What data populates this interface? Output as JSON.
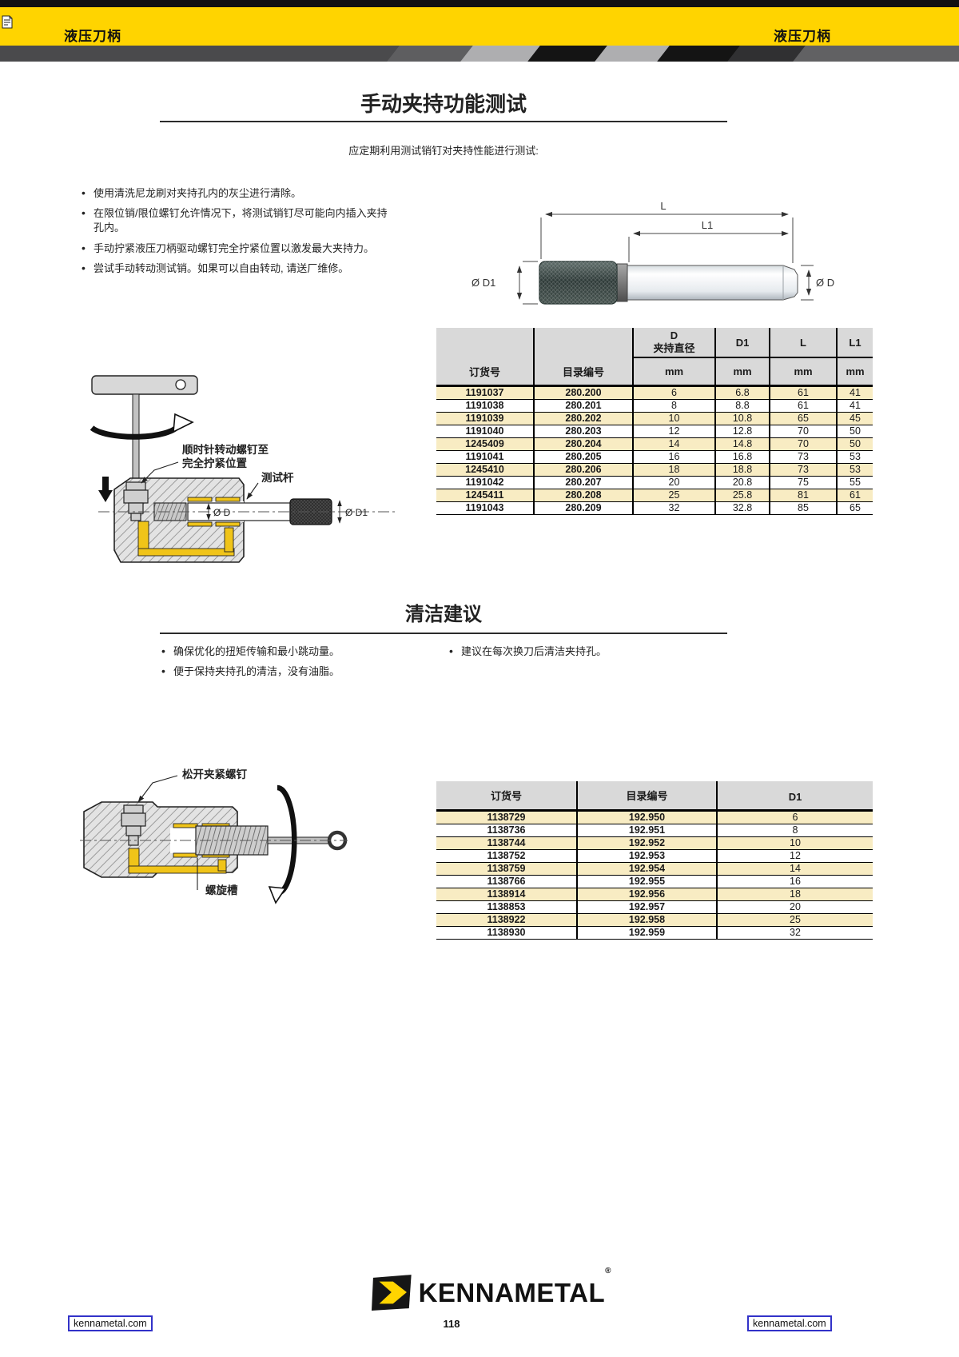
{
  "header": {
    "left_title": "液压刀柄",
    "right_title": "液压刀柄"
  },
  "section1": {
    "title": "手动夹持功能测试",
    "subtitle": "应定期利用测试销钉对夹持性能进行测试:",
    "bullets": [
      "使用清洗尼龙刷对夹持孔内的灰尘进行清除。",
      "在限位销/限位螺钉允许情况下，将测试销钉尽可能向内插入夹持孔内。",
      "手动拧紧液压刀柄驱动螺钉完全拧紧位置以激发最大夹持力。",
      "尝试手动转动测试销。如果可以自由转动, 请送厂维修。"
    ],
    "pin_diagram": {
      "dim_l": "L",
      "dim_l1": "L1",
      "dim_d1": "Ø D1",
      "dim_d": "Ø D"
    },
    "clamp_diagram": {
      "screw_label_line1": "顺时针转动螺钉至",
      "screw_label_line2": "完全拧紧位置",
      "pin_label": "测试杆",
      "dim_d": "Ø D",
      "dim_d1": "Ø D1"
    },
    "table": {
      "headers": {
        "order_no": "订货号",
        "catalog_no": "目录编号",
        "d": "D",
        "d_sub": "夹持直径",
        "d1": "D1",
        "l": "L",
        "l1": "L1",
        "unit": "mm"
      },
      "rows": [
        [
          "1191037",
          "280.200",
          "6",
          "6.8",
          "61",
          "41"
        ],
        [
          "1191038",
          "280.201",
          "8",
          "8.8",
          "61",
          "41"
        ],
        [
          "1191039",
          "280.202",
          "10",
          "10.8",
          "65",
          "45"
        ],
        [
          "1191040",
          "280.203",
          "12",
          "12.8",
          "70",
          "50"
        ],
        [
          "1245409",
          "280.204",
          "14",
          "14.8",
          "70",
          "50"
        ],
        [
          "1191041",
          "280.205",
          "16",
          "16.8",
          "73",
          "53"
        ],
        [
          "1245410",
          "280.206",
          "18",
          "18.8",
          "73",
          "53"
        ],
        [
          "1191042",
          "280.207",
          "20",
          "20.8",
          "75",
          "55"
        ],
        [
          "1245411",
          "280.208",
          "25",
          "25.8",
          "81",
          "61"
        ],
        [
          "1191043",
          "280.209",
          "32",
          "32.8",
          "85",
          "65"
        ]
      ]
    }
  },
  "section2": {
    "title": "清洁建议",
    "bullets_left": [
      "确保优化的扭矩传输和最小跳动量。",
      "便于保持夹持孔的清洁，没有油脂。"
    ],
    "bullets_right": [
      "建议在每次换刀后清洁夹持孔。"
    ],
    "cleaning_diagram": {
      "screw_label": "松开夹紧螺钉",
      "groove_label": "螺旋槽"
    },
    "table": {
      "headers": {
        "order_no": "订货号",
        "catalog_no": "目录编号",
        "d1": "D1"
      },
      "rows": [
        [
          "1138729",
          "192.950",
          "6"
        ],
        [
          "1138736",
          "192.951",
          "8"
        ],
        [
          "1138744",
          "192.952",
          "10"
        ],
        [
          "1138752",
          "192.953",
          "12"
        ],
        [
          "1138759",
          "192.954",
          "14"
        ],
        [
          "1138766",
          "192.955",
          "16"
        ],
        [
          "1138914",
          "192.956",
          "18"
        ],
        [
          "1138853",
          "192.957",
          "20"
        ],
        [
          "1138922",
          "192.958",
          "25"
        ],
        [
          "1138930",
          "192.959",
          "32"
        ]
      ]
    }
  },
  "footer": {
    "brand": "KENNAMETAL",
    "reg": "®",
    "left_link": "kennametal.com",
    "right_link": "kennametal.com",
    "page_number": "118"
  },
  "colors": {
    "brand_yellow": "#FFD400",
    "row_cream": "#F8ECC3",
    "header_gray": "#D9D9D9",
    "link_blue": "#3232C8",
    "hydraulic_yellow": "#F0C419"
  }
}
